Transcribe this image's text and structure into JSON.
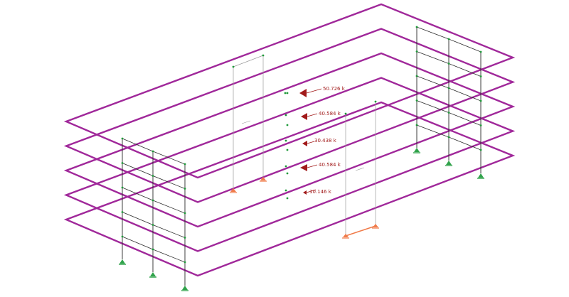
{
  "colors": {
    "slab": "#a0289a",
    "frame": "#2a2a2a",
    "frame_light": "#9a9a9a",
    "node": "#1f9a3a",
    "support_fixed": "#2fa24a",
    "support_pinned": "#f07b4a",
    "load": "#a11a1a",
    "load_text": "#a11a1a"
  },
  "slab_levels": 5,
  "icons": {
    "support_fixed": "fixed-support-icon",
    "support_pinned": "pinned-support-icon",
    "load_arrow": "lateral-load-arrow-icon"
  },
  "loads": [
    {
      "label": "50.726 k",
      "magnitude": 50.726
    },
    {
      "label": "40.584 k",
      "magnitude": 40.584
    },
    {
      "label": "30.438 k",
      "magnitude": 30.438
    },
    {
      "label": "40.584 k",
      "magnitude": 40.584
    },
    {
      "label": "10.146 k",
      "magnitude": 10.146
    }
  ]
}
